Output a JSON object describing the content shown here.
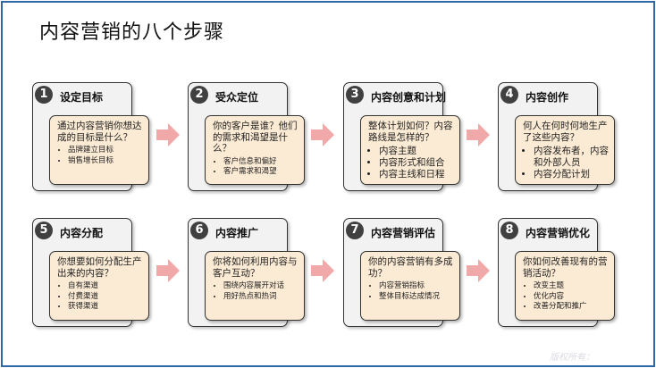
{
  "title": "内容营销的八个步骤",
  "watermark": "版权所有：",
  "steps": [
    {
      "num": "1",
      "title": "设定目标",
      "question": "通过内容营销你想达成的目标是什么？",
      "bullets": [
        "品牌建立目标",
        "销售增长目标"
      ]
    },
    {
      "num": "2",
      "title": "受众定位",
      "question": "你的客户是谁？他们的需求和渴望是什么？",
      "bullets": [
        "客户信息和偏好",
        "客户需求和渴望"
      ]
    },
    {
      "num": "3",
      "title": "内容创意和计划",
      "question": "整体计划如何？内容路线是怎样的？",
      "bullets": [
        "内容主题",
        "内容形式和组合",
        "内容主线和日程"
      ]
    },
    {
      "num": "4",
      "title": "内容创作",
      "question": "何人在何时何地生产了这些内容？",
      "bullets": [
        "内容发布者，内容和外部人员",
        "内容分配计划"
      ]
    },
    {
      "num": "5",
      "title": "内容分配",
      "question": "你想要如何分配生产出来的内容？",
      "bullets": [
        "自有渠道",
        "付费渠道",
        "获得渠道"
      ]
    },
    {
      "num": "6",
      "title": "内容推广",
      "question": "你将如何利用内容与客户互动？",
      "bullets": [
        "围绕内容展开对话",
        "用好热点和热词"
      ]
    },
    {
      "num": "7",
      "title": "内容营销评估",
      "question": "你的内容营销有多成功？",
      "bullets": [
        "内容营销指标",
        "整体目标达成情况"
      ]
    },
    {
      "num": "8",
      "title": "内容营销优化",
      "question": "你如何改善现有的营销活动？",
      "bullets": [
        "改变主题",
        "优化内容",
        "改善分配和推广"
      ]
    }
  ]
}
